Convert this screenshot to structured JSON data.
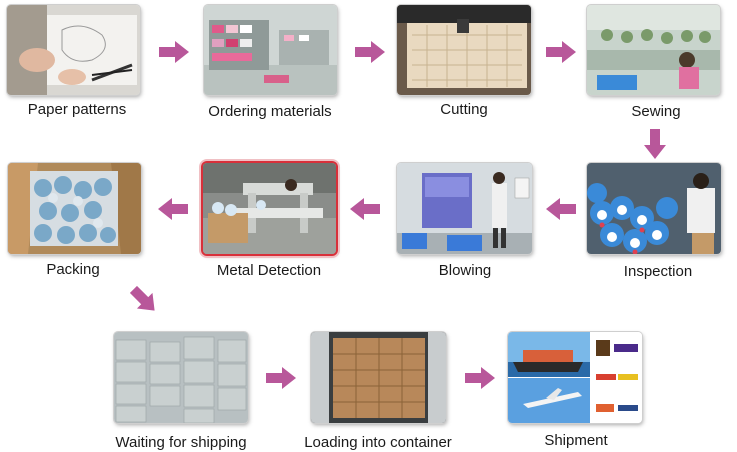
{
  "steps": [
    {
      "id": "paper-patterns",
      "label": "Paper patterns"
    },
    {
      "id": "ordering-materials",
      "label": "Ordering materials"
    },
    {
      "id": "cutting",
      "label": "Cutting"
    },
    {
      "id": "sewing",
      "label": "Sewing"
    },
    {
      "id": "inspection",
      "label": "Inspection"
    },
    {
      "id": "blowing",
      "label": "Blowing"
    },
    {
      "id": "metal-detection",
      "label": "Metal Detection",
      "highlighted": true
    },
    {
      "id": "packing",
      "label": "Packing"
    },
    {
      "id": "waiting-for-shipping",
      "label": "Waiting for shipping"
    },
    {
      "id": "loading-into-container",
      "label": "Loading into container"
    },
    {
      "id": "shipment",
      "label": "Shipment"
    }
  ],
  "colors": {
    "arrow": "#b8579a",
    "highlight_border": "#d8303a",
    "label_text": "#1a1a1a"
  },
  "icons": {
    "arrow": "flow-arrow-icon"
  }
}
